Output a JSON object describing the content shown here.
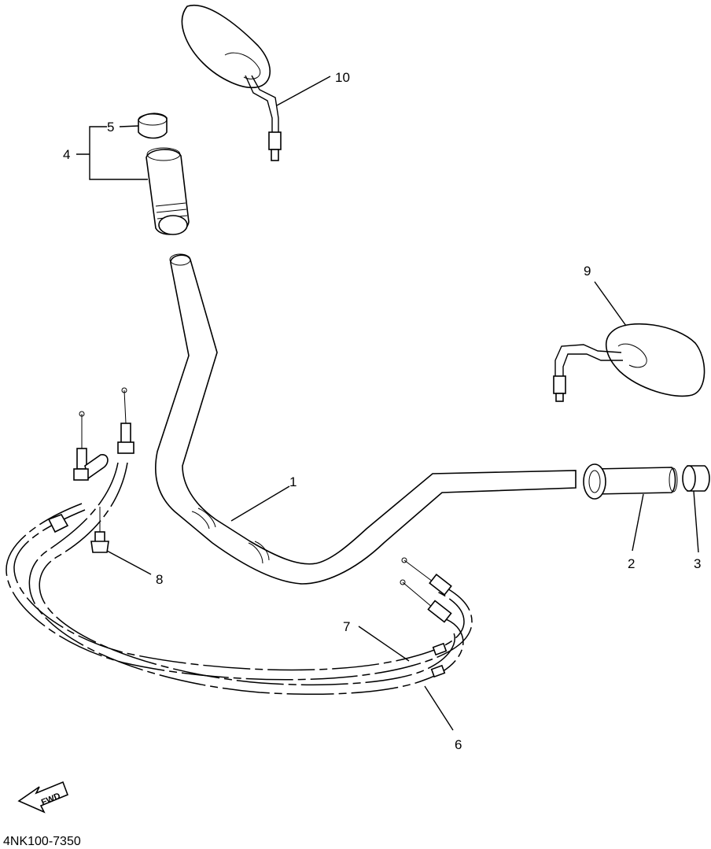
{
  "diagram": {
    "callouts": [
      {
        "id": "1",
        "text": "1"
      },
      {
        "id": "2",
        "text": "2"
      },
      {
        "id": "3",
        "text": "3"
      },
      {
        "id": "4",
        "text": "4"
      },
      {
        "id": "5",
        "text": "5"
      },
      {
        "id": "6",
        "text": "6"
      },
      {
        "id": "7",
        "text": "7"
      },
      {
        "id": "8",
        "text": "8"
      },
      {
        "id": "9",
        "text": "9"
      },
      {
        "id": "10",
        "text": "10"
      }
    ],
    "fwd_arrow_text": "FWD",
    "drawing_code": "4NK100-7350"
  }
}
